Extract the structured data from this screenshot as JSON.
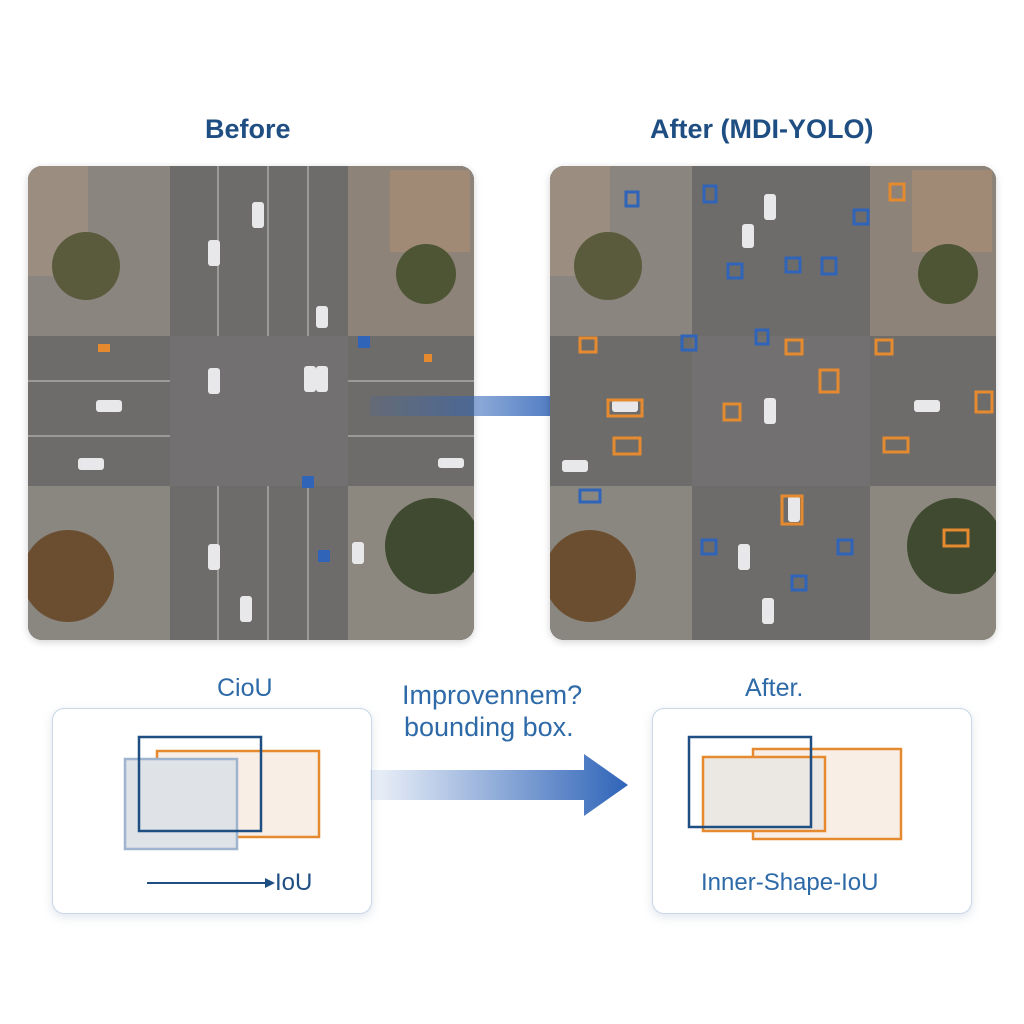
{
  "titles": {
    "before": "Before",
    "after": "After (MDI-YOLO)"
  },
  "captions": {
    "left_label": "CioU",
    "middle_line1": "Improvennem?",
    "middle_line2": "bounding box.",
    "right_label": "After.",
    "left_box_label": "IoU",
    "right_box_label": "Inner-Shape-IoU"
  },
  "colors": {
    "title": "#1f4e82",
    "caption": "#2e6aa8",
    "box_orange": "#e58a2e",
    "box_blue": "#1f4e82",
    "detection_blue": "#2f64b8",
    "road": "#6f6d6b"
  },
  "icons": {
    "main_arrow": "arrow-right-icon",
    "lower_arrow": "arrow-right-icon",
    "iou_arrow": "arrow-right-icon"
  }
}
